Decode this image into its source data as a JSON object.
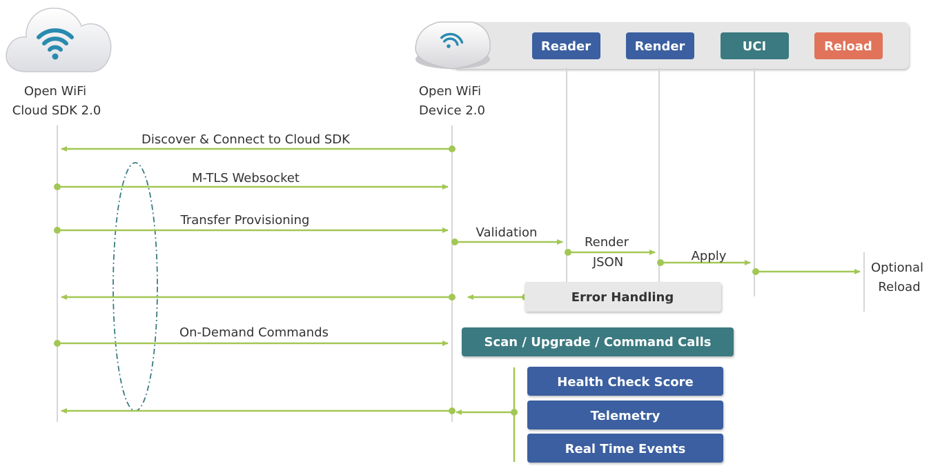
{
  "colors": {
    "arrow_green": "#a2c754",
    "lifeline": "#d6d6d6",
    "blue": "#3b5fa0",
    "teal": "#3a7a80",
    "orange": "#e0735a",
    "light_gray_box": "#e8e8e8",
    "toolbar_bg": "#e6e6e6",
    "cloud_wifi": "#2a8ab0",
    "dash_ellipse": "#3a7a80"
  },
  "cloud": {
    "icon": "cloud-wifi-icon",
    "label_line1": "Open WiFi",
    "label_line2": "Cloud SDK 2.0"
  },
  "device": {
    "icon": "access-point-wifi-icon",
    "label_line1": "Open WiFi",
    "label_line2": "Device 2.0"
  },
  "components": {
    "reader": "Reader",
    "render": "Render",
    "uci": "UCI",
    "reload": "Reload"
  },
  "messages": {
    "discover": "Discover & Connect to Cloud SDK",
    "mtls": "M-TLS Websocket",
    "transfer": "Transfer Provisioning",
    "validation": "Validation",
    "render_line1": "Render",
    "render_line2": "JSON",
    "apply": "Apply",
    "optional_line1": "Optional",
    "optional_line2": "Reload",
    "on_demand": "On-Demand Commands"
  },
  "boxes": {
    "error_handling": "Error Handling",
    "scan_upgrade": "Scan / Upgrade / Command Calls",
    "health_check": "Health Check Score",
    "telemetry": "Telemetry",
    "real_time": "Real Time Events"
  }
}
